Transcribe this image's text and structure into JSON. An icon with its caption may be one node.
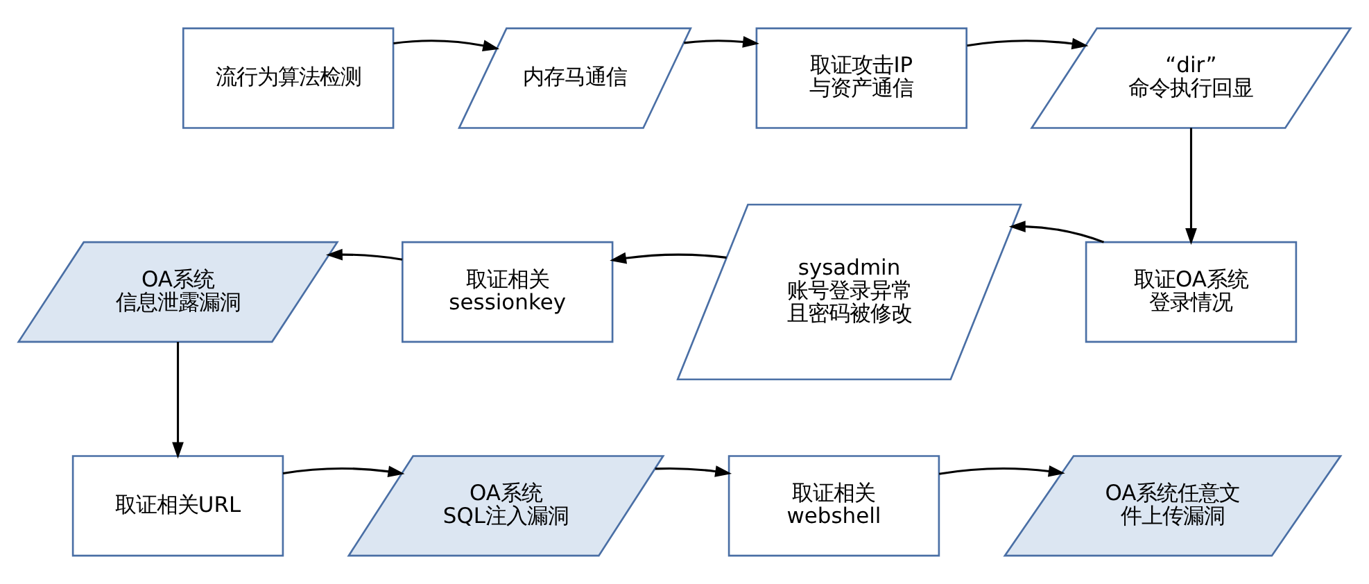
{
  "diagram": {
    "nodes": [
      {
        "text": [
          "流行为算法检测"
        ]
      },
      {
        "text": [
          "内存马通信"
        ]
      },
      {
        "text": [
          "取证攻击IP",
          "与资产通信"
        ]
      },
      {
        "text": [
          "“dir”",
          "命令执行回显"
        ]
      },
      {
        "text": [
          "取证OA系统",
          "登录情况"
        ]
      },
      {
        "text": [
          "sysadmin",
          "账号登录异常",
          "且密码被修改"
        ]
      },
      {
        "text": [
          "取证相关",
          "sessionkey"
        ]
      },
      {
        "text": [
          "OA系统",
          "信息泄露漏洞"
        ]
      },
      {
        "text": [
          "取证相关URL"
        ]
      },
      {
        "text": [
          "OA系统",
          "SQL注入漏洞"
        ]
      },
      {
        "text": [
          "取证相关",
          "webshell"
        ]
      },
      {
        "text": [
          "OA系统任意文",
          "件上传漏洞"
        ]
      }
    ],
    "edges": [
      {
        "from": 0,
        "to": 1,
        "arrow": "to"
      },
      {
        "from": 1,
        "to": 2,
        "arrow": "to"
      },
      {
        "from": 2,
        "to": 3,
        "arrow": "to"
      },
      {
        "from": 3,
        "to": 4,
        "arrow": "to"
      },
      {
        "from": 4,
        "to": 5,
        "arrow": "to"
      },
      {
        "from": 5,
        "to": 6,
        "arrow": "to"
      },
      {
        "from": 6,
        "to": 7,
        "arrow": "to"
      },
      {
        "from": 7,
        "to": 8,
        "arrow": "to"
      },
      {
        "from": 8,
        "to": 9,
        "arrow": "to"
      },
      {
        "from": 9,
        "to": 10,
        "arrow": "to"
      },
      {
        "from": 10,
        "to": 11,
        "arrow": "to"
      }
    ]
  }
}
